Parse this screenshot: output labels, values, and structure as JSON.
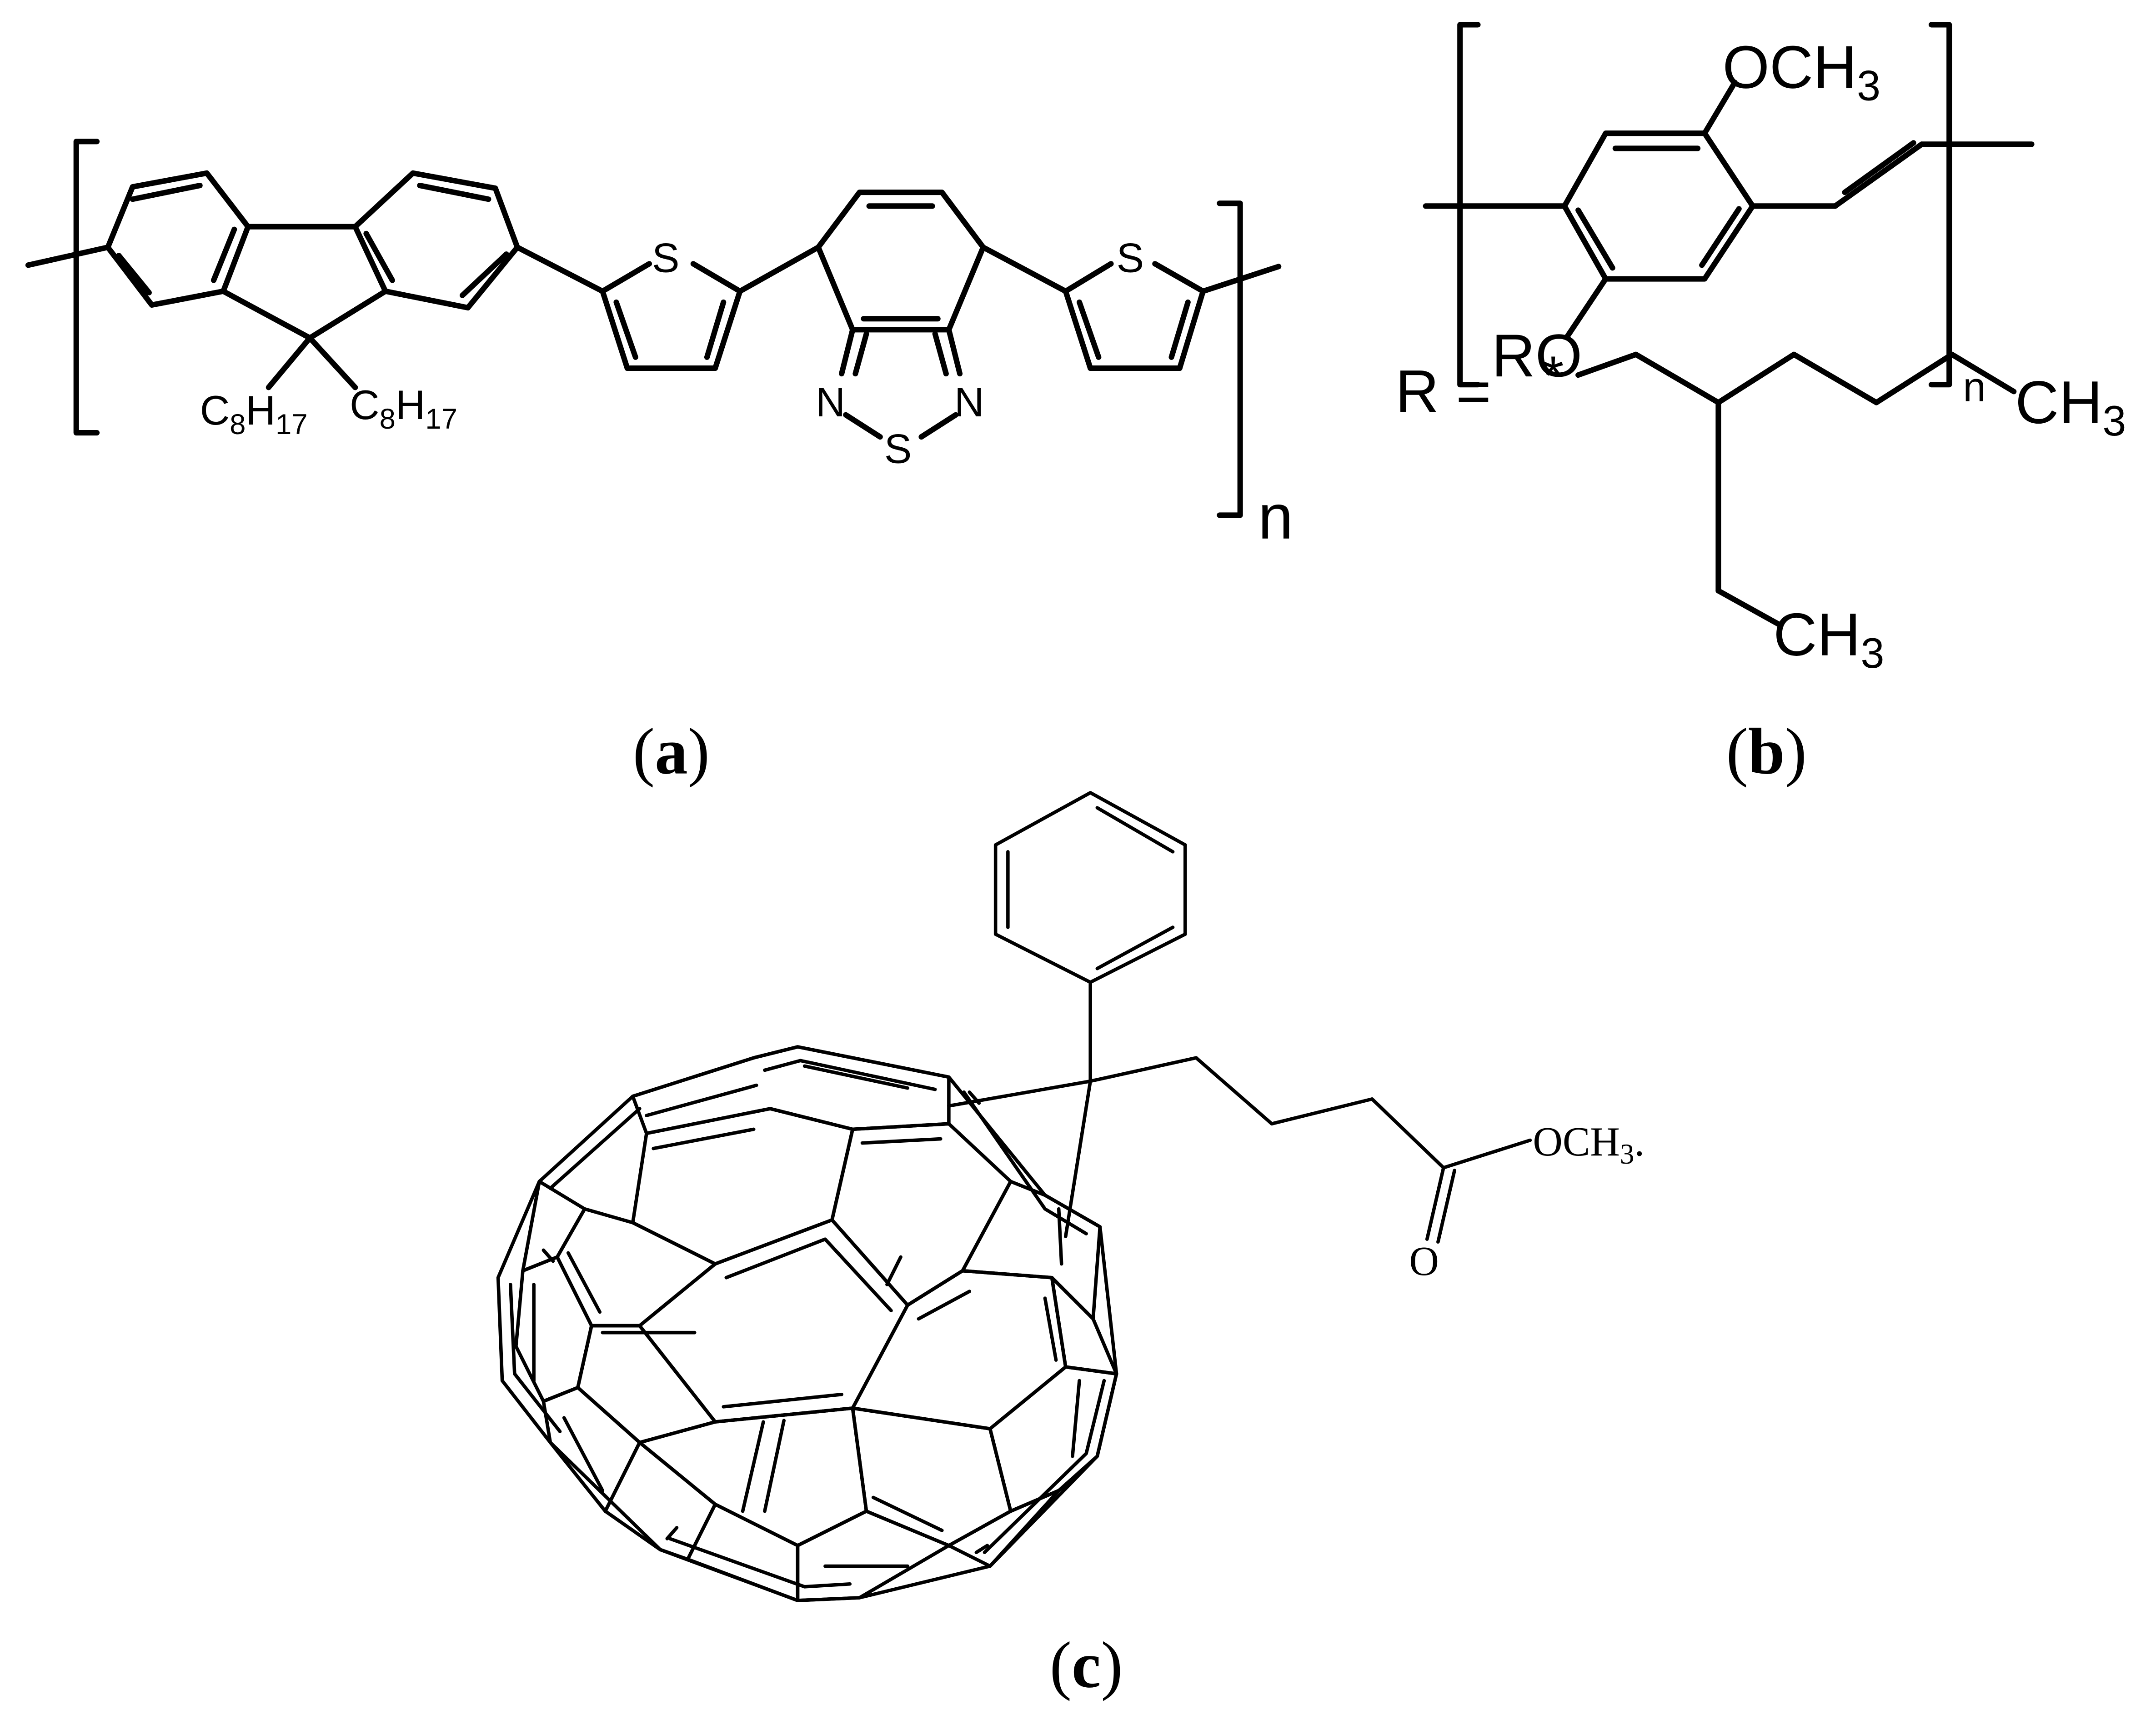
{
  "panels": {
    "a": {
      "caption_open": "(",
      "caption_letter": "a",
      "caption_close": ")",
      "substituent_1_base": "C",
      "substituent_1_sub1": "8",
      "substituent_1_mid": "H",
      "substituent_1_sub2": "17",
      "substituent_2_base": "C",
      "substituent_2_sub1": "8",
      "substituent_2_mid": "H",
      "substituent_2_sub2": "17",
      "thiophene_s_left": "S",
      "thiophene_s_right": "S",
      "thiadiazole_n_left": "N",
      "thiadiazole_n_right": "N",
      "thiadiazole_s": "S",
      "repeat_n": "n"
    },
    "b": {
      "caption_open": "(",
      "caption_letter": "b",
      "caption_close": ")",
      "methoxy_base": "OCH",
      "methoxy_sub": "3",
      "alkoxy": "RO",
      "repeat_n": "n",
      "r_definition": "R =",
      "attachment_star": "*",
      "terminal_ch3_base": "CH",
      "terminal_ch3_sub": "3",
      "ethyl_ch3_base": "CH",
      "ethyl_ch3_sub": "3"
    },
    "c": {
      "caption_open": "(",
      "caption_letter": "c",
      "caption_close": ")",
      "ester_och3_base": "OCH",
      "ester_och3_sub": "3",
      "ester_och3_suffix": ".",
      "carbonyl_o": "O"
    }
  }
}
